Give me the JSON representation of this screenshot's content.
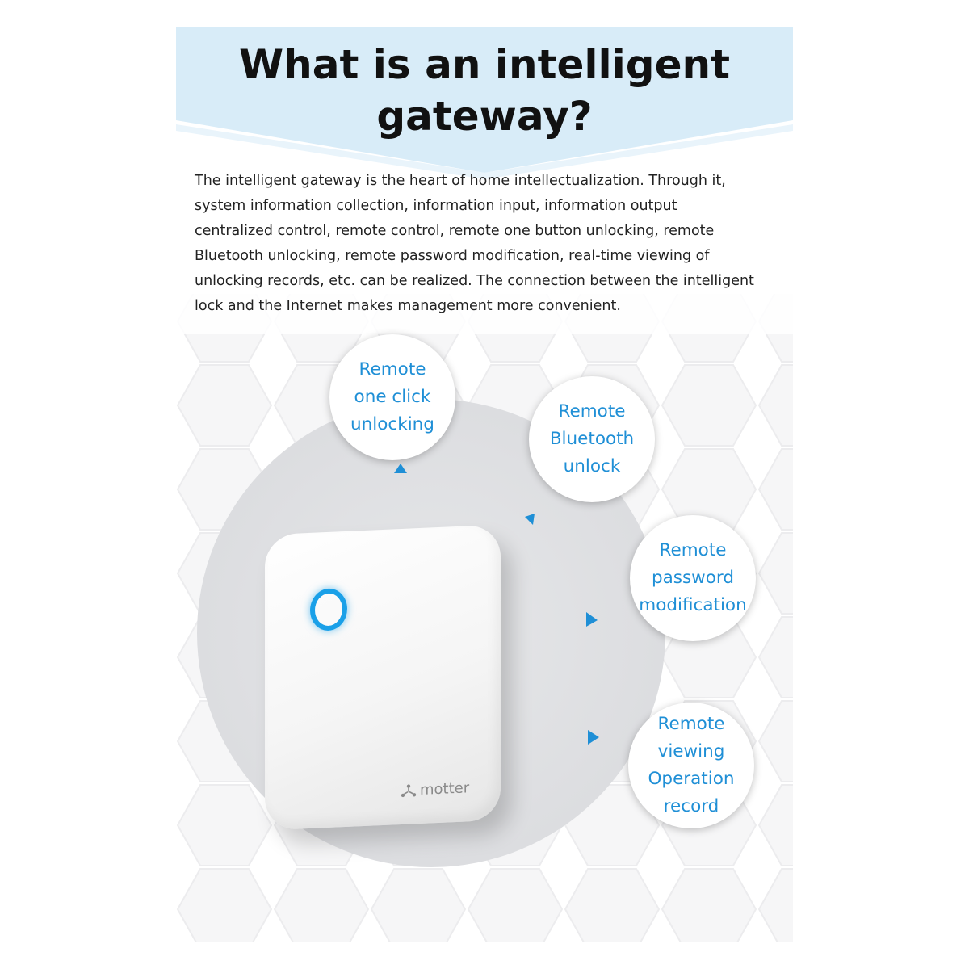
{
  "header": {
    "title_line1": "What is an intelligent",
    "title_line2": "gateway?",
    "band_color": "#d8ecf8"
  },
  "description": {
    "lines": [
      "The intelligent gateway is the heart of home intellectualization. Through it,",
      "system information collection, information input, information output",
      "centralized control, remote control, remote one button unlocking, remote",
      "Bluetooth unlocking, remote password modification, real-time viewing of",
      "unlocking records, etc. can be realized. The connection between the intelligent",
      "lock and the Internet makes management more convenient."
    ]
  },
  "device": {
    "brand_label": "motter",
    "ring_color": "#1aa0e8",
    "brand_icon": "matter-logo-icon"
  },
  "features": [
    {
      "lines": [
        "Remote",
        "one click",
        "unlocking"
      ]
    },
    {
      "lines": [
        "Remote",
        "Bluetooth",
        "unlock"
      ]
    },
    {
      "lines": [
        "Remote",
        "password",
        "modification"
      ]
    },
    {
      "lines": [
        "Remote",
        "viewing",
        "Operation",
        "record"
      ]
    }
  ],
  "colors": {
    "accent": "#1f8fd6",
    "text": "#222222"
  }
}
